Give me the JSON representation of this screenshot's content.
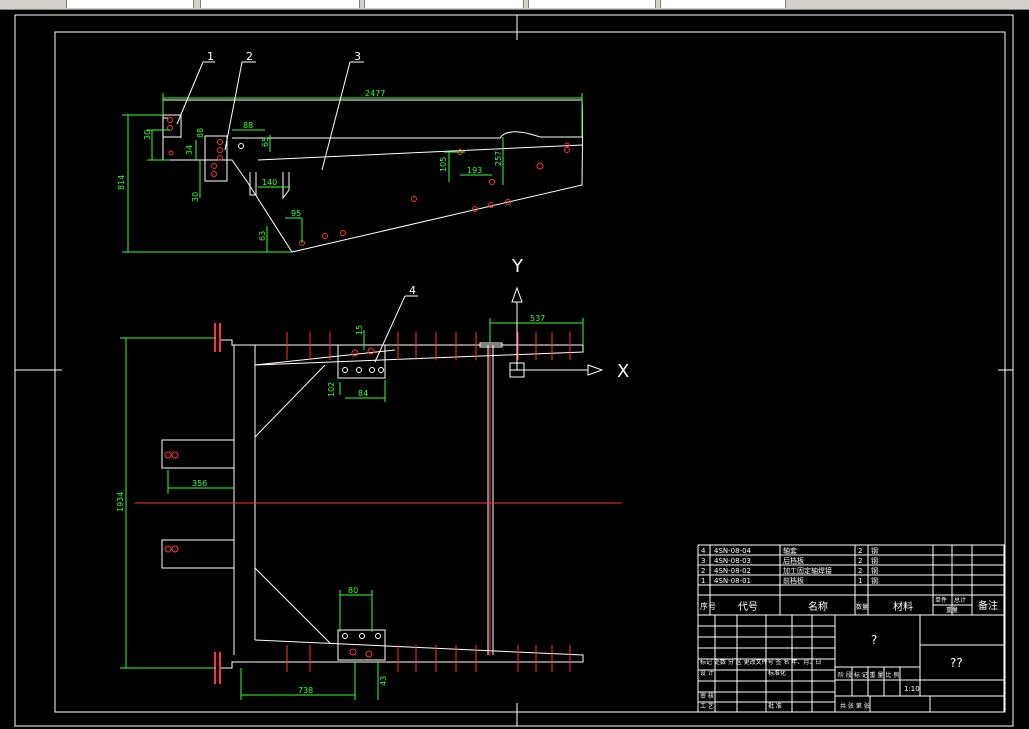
{
  "balloons": [
    "1",
    "2",
    "3",
    "4"
  ],
  "dims": {
    "d2477": "2477",
    "d30a": "30",
    "d34": "34",
    "d88a": "88",
    "d88b": "88",
    "d65": "65",
    "d814": "814",
    "d30b": "30",
    "d140": "140",
    "d105": "105",
    "d193": "193",
    "d257": "257",
    "d95": "95",
    "d63": "63",
    "d537": "537",
    "d15": "15",
    "d102": "102",
    "d84": "84",
    "d1934": "1934",
    "d356": "356",
    "d80": "80",
    "d738": "738",
    "d43": "43"
  },
  "axes": {
    "x": "X",
    "y": "Y"
  },
  "title_block": {
    "parts": [
      {
        "no": "4",
        "code": "4SN-08-04",
        "name": "轴套",
        "qty": "2",
        "material": "钢"
      },
      {
        "no": "3",
        "code": "4SN-08-03",
        "name": "后档板",
        "qty": "2",
        "material": "钢"
      },
      {
        "no": "2",
        "code": "4SN-08-02",
        "name": "加工固定轴焊接",
        "qty": "2",
        "material": "钢"
      },
      {
        "no": "1",
        "code": "4SN-08-01",
        "name": "前档板",
        "qty": "1",
        "material": "钢"
      }
    ],
    "headers": {
      "no": "序号",
      "code": "代号",
      "name": "名称",
      "qty": "数量",
      "material": "材料",
      "single": "单件",
      "total": "总计",
      "weight": "重量",
      "remark": "备注"
    },
    "rev_row": "标记 处数 分 区 更改文件号 签 名 年、月、日",
    "design": "设 计",
    "standard": "标准化",
    "stage_row": "阶 段 标 记 重 量 比 例",
    "scale": "1:10",
    "review": "审 核",
    "craft": "工 艺",
    "approve": "批 准",
    "sheets": "共 张 第 张",
    "drawing_name": "?",
    "drawing_no": "??"
  }
}
